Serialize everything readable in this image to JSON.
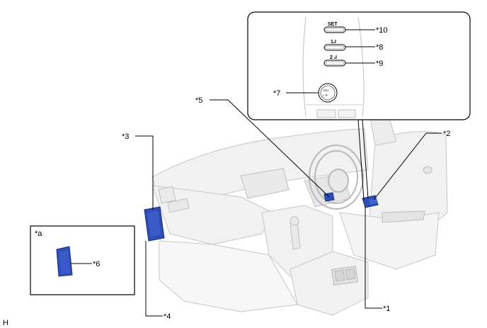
{
  "figure_code": "H",
  "callouts": {
    "c1": "*1",
    "c2": "*2",
    "c3": "*3",
    "c4": "*4",
    "c5": "*5",
    "c6": "*6",
    "c7": "*7",
    "c8": "*8",
    "c9": "*9",
    "c10": "*10",
    "ca": "*a"
  },
  "buttons": {
    "set": "SET",
    "one": "1",
    "two": "2"
  },
  "colors": {
    "component_blue": "#2f4fb8",
    "component_dark": "#1a2f80",
    "line": "#000000",
    "dash_fill": "#f2f2f2",
    "dash_stroke": "#c8c8c8"
  }
}
